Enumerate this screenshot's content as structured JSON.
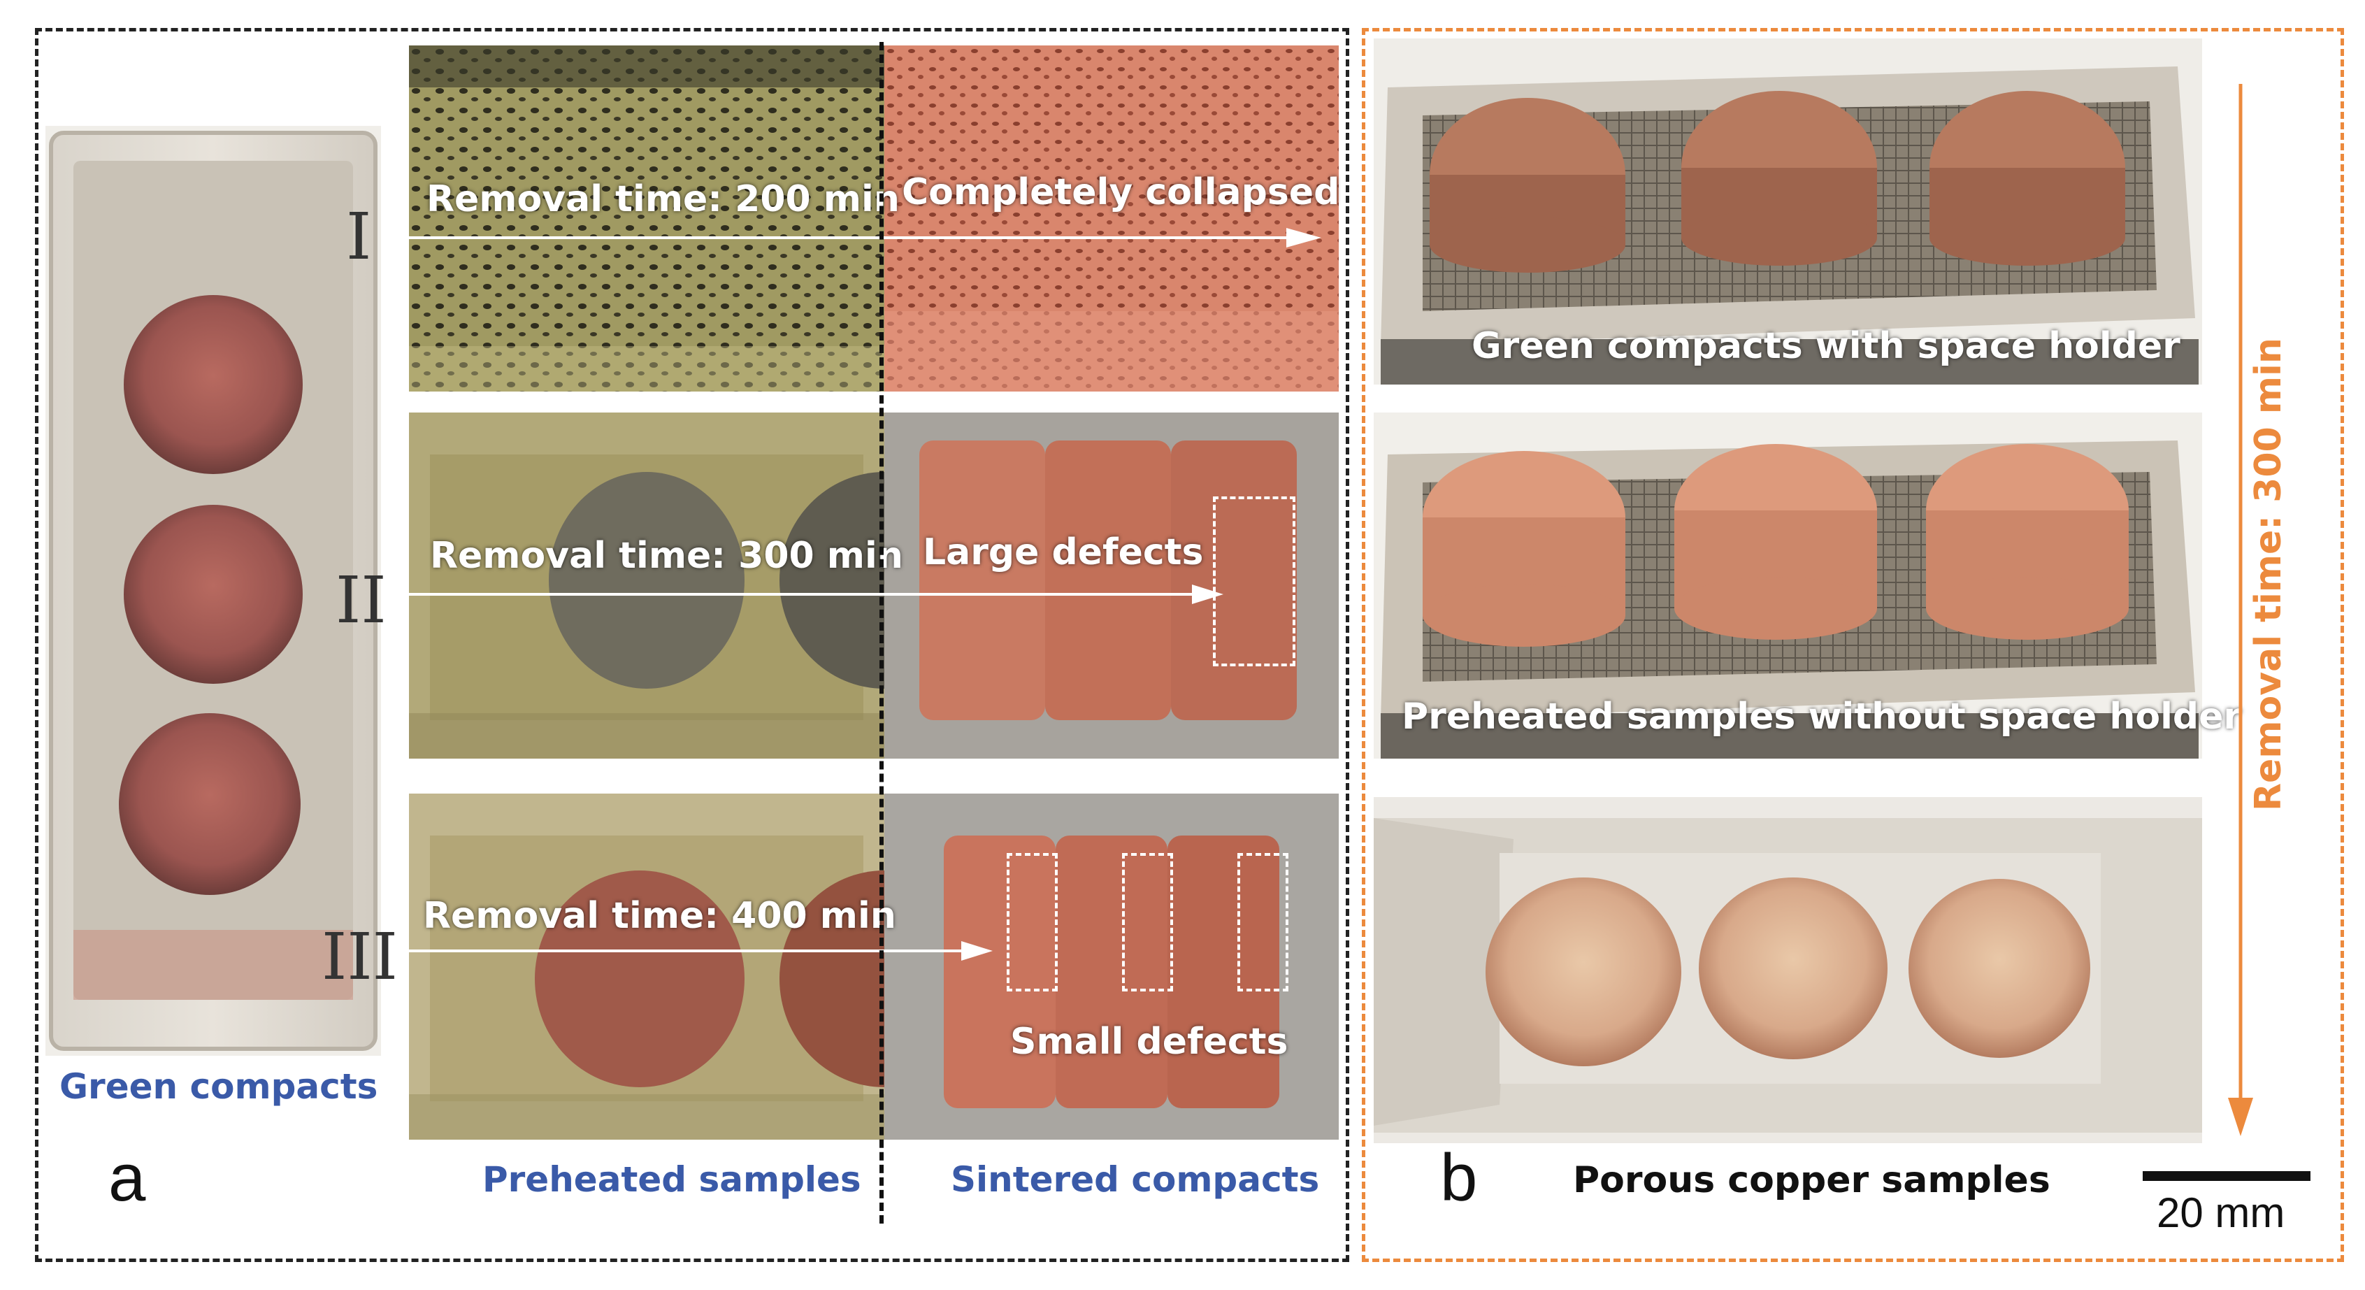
{
  "panel_a": {
    "letter": "a",
    "green_compacts_caption": "Green compacts",
    "preheated_caption": "Preheated samples",
    "sintered_caption": "Sintered compacts",
    "rows": [
      {
        "roman": "I",
        "removal": "Removal time: 200 min",
        "result": "Completely collapsed"
      },
      {
        "roman": "II",
        "removal": "Removal time: 300 min",
        "result": "Large defects"
      },
      {
        "roman": "III",
        "removal": "Removal time: 400 min",
        "result": "Small defects"
      }
    ]
  },
  "panel_b": {
    "letter": "b",
    "photo_labels": [
      "Green compacts with space holder",
      "Preheated samples without space holder"
    ],
    "caption": "Porous copper samples",
    "removal_vertical": "Removal time: 300 min",
    "scale_bar": "20 mm"
  },
  "colors": {
    "panel_a_border": "#222222",
    "panel_b_border": "#ec8a3d",
    "caption_blue": "#3a5aa8",
    "arrow_orange": "#ec8a3d"
  }
}
